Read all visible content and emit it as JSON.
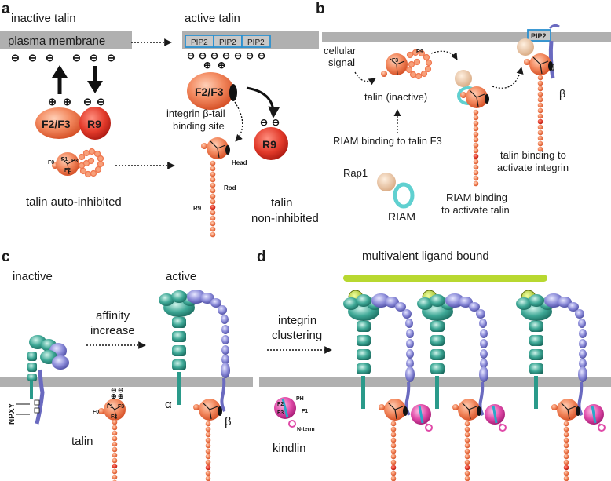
{
  "panels": {
    "a": "a",
    "b": "b",
    "c": "c",
    "d": "d"
  },
  "a": {
    "inactive_title": "inactive talin",
    "active_title": "active talin",
    "membrane": "plasma membrane",
    "pip2": [
      "PIP2",
      "PIP2",
      "PIP2"
    ],
    "f2f3": "F2/F3",
    "r9": "R9",
    "integrin_site": [
      "integrin β-tail",
      "binding site"
    ],
    "auto_inhibited": "talin auto-inhibited",
    "non_inhibited": [
      "talin",
      "non-inhibited"
    ],
    "domains": {
      "f0": "F0",
      "f1": "F1",
      "f2": "F2",
      "f3": "F3"
    },
    "head": "Head",
    "rod": "Rod",
    "r9_small": "R9"
  },
  "b": {
    "cellular_signal": [
      "cellular",
      "signal"
    ],
    "f3": "F3",
    "r9": "R9",
    "talin_inactive": "talin (inactive)",
    "riam_binding_f3": "RIAM binding to talin F3",
    "rap1": "Rap1",
    "riam": "RIAM",
    "riam_activate": [
      "RIAM binding",
      "to activate talin"
    ],
    "talin_activate_integrin": [
      "talin binding to",
      "activate integrin"
    ],
    "pip2": "PIP2",
    "beta": "β"
  },
  "c": {
    "inactive": "inactive",
    "active": "active",
    "affinity": [
      "affinity",
      "increase"
    ],
    "npxy": "NPXY",
    "talin": "talin",
    "alpha": "α",
    "beta": "β",
    "domains": {
      "f0": "F0",
      "f1": "F1",
      "f2": "F2",
      "f3": "F3"
    }
  },
  "d": {
    "ligand": "multivalent ligand bound",
    "clustering": [
      "integrin",
      "clustering"
    ],
    "kindlin": "kindlin",
    "kindlin_domains": {
      "pH": "PH",
      "f1": "F1",
      "f2": "F2",
      "f3": "F3",
      "nterm": "N-term"
    }
  },
  "colors": {
    "talin_orange": "#f07850",
    "r9_red": "#e03030",
    "integrin_teal": "#2a9a8a",
    "integrin_purple": "#7f7fd0",
    "kindlin_magenta": "#e040a0",
    "ligand_green": "#b8d830",
    "membrane_gray": "#b0b0b0",
    "pip2_blue": "#2a90d0",
    "riam_cyan": "#60d0d0",
    "rap1_tan": "#e8c8a8"
  }
}
